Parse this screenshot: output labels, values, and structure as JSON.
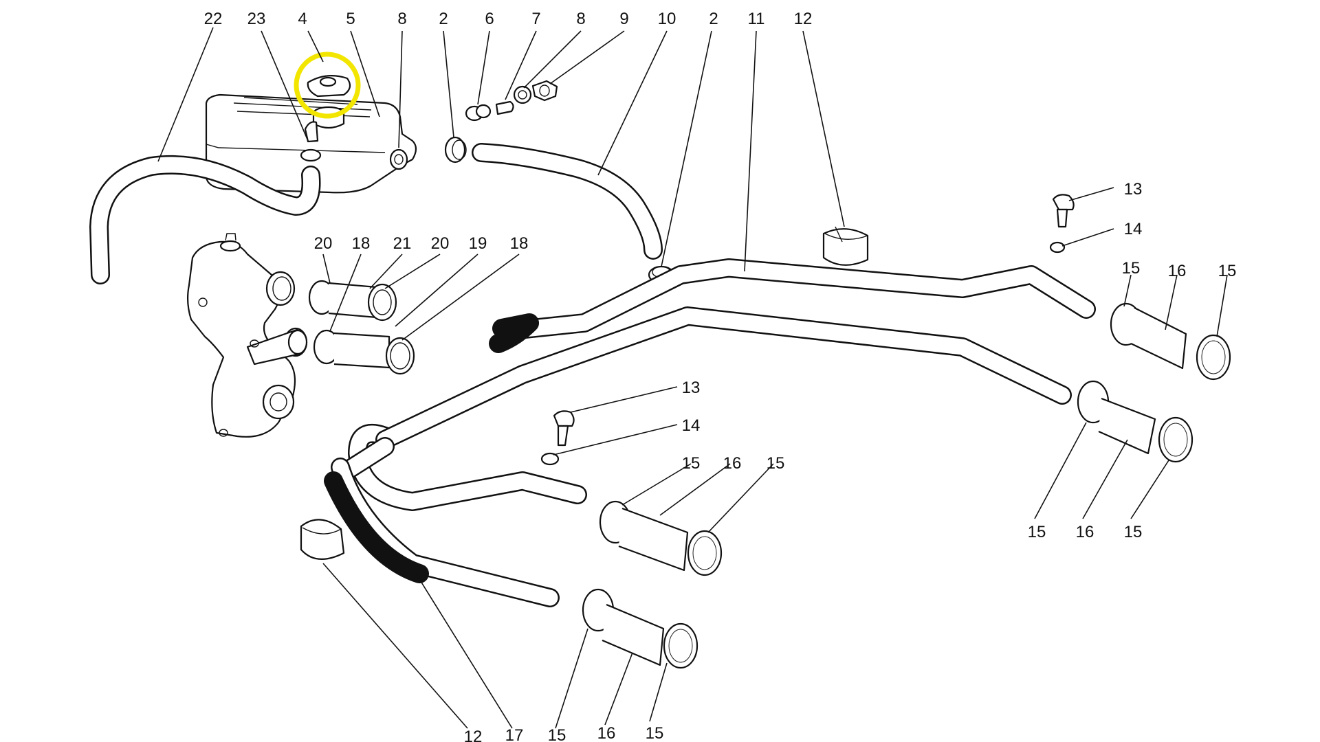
{
  "diagram": {
    "title": "Cooling system hoses — exploded parts diagram",
    "highlight_color": "#f2e600",
    "highlighted_callout": "4",
    "callouts": [
      {
        "label": "22"
      },
      {
        "label": "23"
      },
      {
        "label": "4"
      },
      {
        "label": "5"
      },
      {
        "label": "8"
      },
      {
        "label": "2"
      },
      {
        "label": "6"
      },
      {
        "label": "7"
      },
      {
        "label": "8"
      },
      {
        "label": "9"
      },
      {
        "label": "10"
      },
      {
        "label": "2"
      },
      {
        "label": "11"
      },
      {
        "label": "12"
      },
      {
        "label": "20"
      },
      {
        "label": "18"
      },
      {
        "label": "21"
      },
      {
        "label": "20"
      },
      {
        "label": "19"
      },
      {
        "label": "18"
      },
      {
        "label": "13"
      },
      {
        "label": "14"
      },
      {
        "label": "15"
      },
      {
        "label": "16"
      },
      {
        "label": "15"
      },
      {
        "label": "13"
      },
      {
        "label": "14"
      },
      {
        "label": "15"
      },
      {
        "label": "16"
      },
      {
        "label": "15"
      },
      {
        "label": "15"
      },
      {
        "label": "16"
      },
      {
        "label": "15"
      },
      {
        "label": "12"
      },
      {
        "label": "17"
      },
      {
        "label": "15"
      },
      {
        "label": "16"
      },
      {
        "label": "15"
      }
    ]
  }
}
